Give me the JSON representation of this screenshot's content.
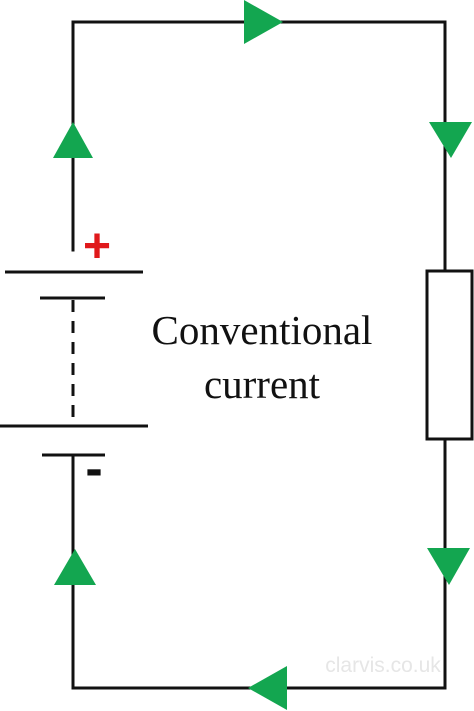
{
  "label": {
    "line1": "Conventional",
    "line2": "current"
  },
  "battery": {
    "positive_sign": "+",
    "negative_sign": "-"
  },
  "watermark": "clarvis.co.uk",
  "colors": {
    "wire": "#111111",
    "arrow": "#13a650",
    "positive": "#e0191b",
    "negative": "#111111",
    "background": "#ffffff"
  }
}
